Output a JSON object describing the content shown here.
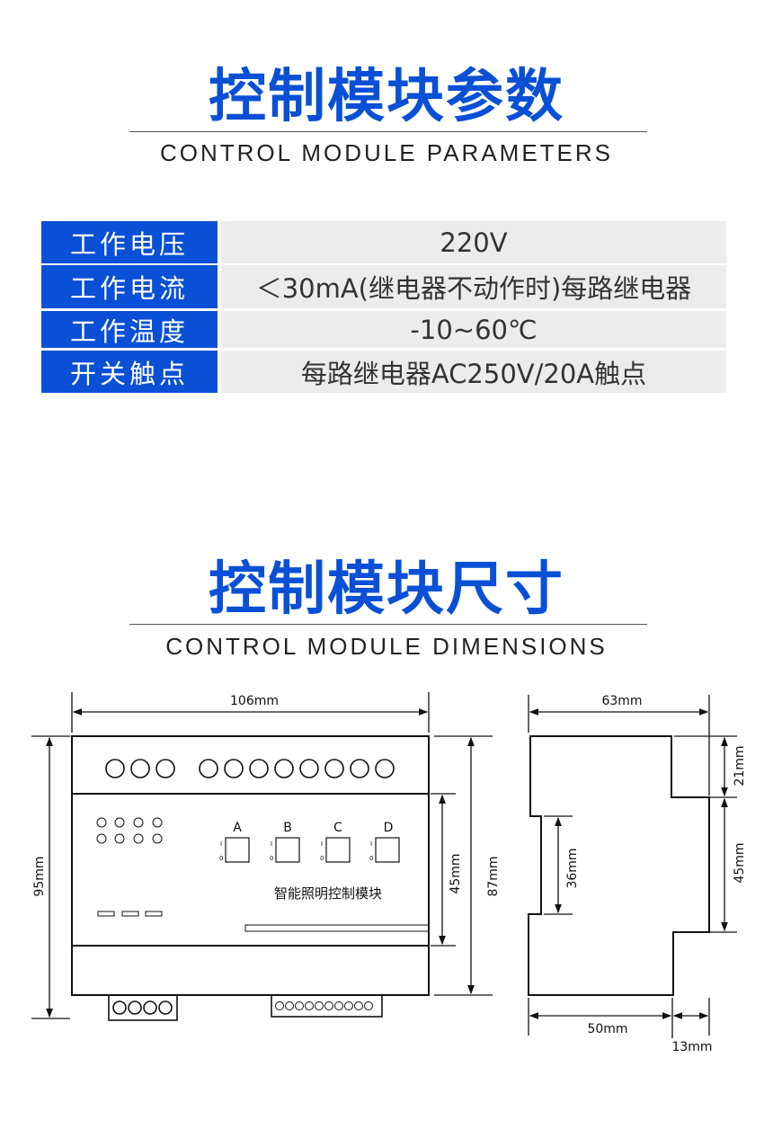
{
  "params": {
    "title": "控制模块参数",
    "subtitle": "CONTROL MODULE PARAMETERS",
    "rows": [
      {
        "label": "工作电压",
        "value": "220V"
      },
      {
        "label": "工作电流",
        "value": "＜30mA(继电器不动作时)每路继电器"
      },
      {
        "label": "工作温度",
        "value": "-10~60℃"
      },
      {
        "label": "开关触点",
        "value": "每路继电器AC250V/20A触点"
      }
    ]
  },
  "dimensions": {
    "title": "控制模块尺寸",
    "subtitle": "CONTROL MODULE DIMENSIONS",
    "front": {
      "width": "106mm",
      "height": "95mm",
      "body_height": "87mm",
      "panel_height": "45mm",
      "channels": [
        "A",
        "B",
        "C",
        "D"
      ],
      "switch_on": "I",
      "switch_off": "0",
      "module_label": "智能照明控制模块"
    },
    "side": {
      "depth": "63mm",
      "top_step": "21mm",
      "front_panel": "45mm",
      "rail": "36mm",
      "base": "50mm",
      "step": "13mm"
    }
  },
  "colors": {
    "accent": "#0a50d6",
    "cell_bg": "#ececec"
  }
}
